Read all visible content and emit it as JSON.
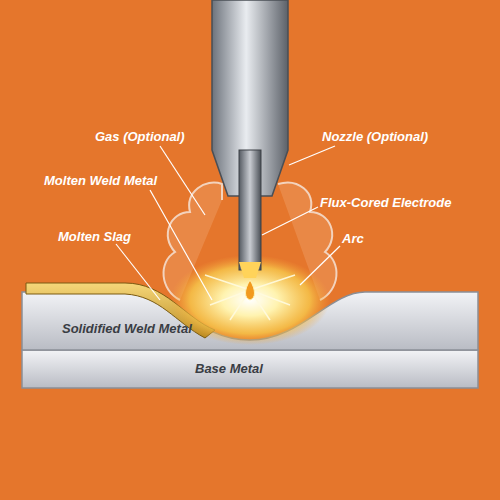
{
  "diagram": {
    "labels": [
      "Gas (Optional)",
      "Nozzle (Optional)",
      "Molten Weld Metal",
      "Flux-Cored Electrode",
      "Molten Slag",
      "Arc",
      "Solidified Weld Metal",
      "Base Metal"
    ]
  }
}
